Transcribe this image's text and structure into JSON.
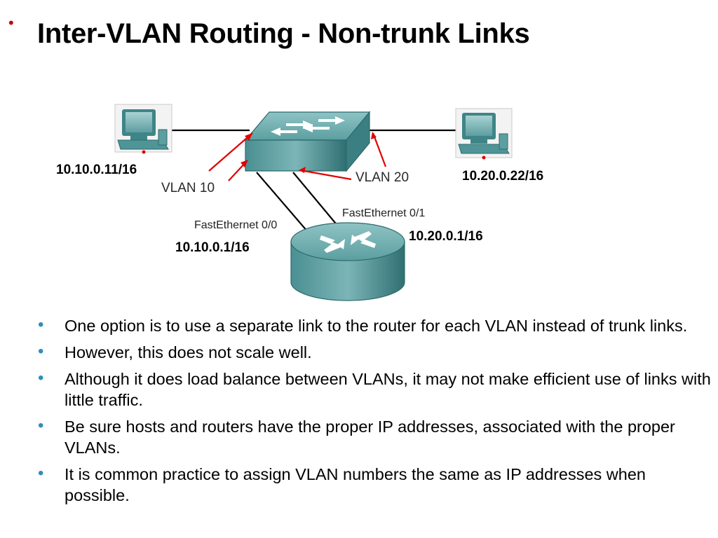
{
  "title": "Inter-VLAN Routing - Non-trunk Links",
  "diagram": {
    "host_left_ip": "10.10.0.11/16",
    "host_right_ip": "10.20.0.22/16",
    "vlan_left": "VLAN 10",
    "vlan_right": "VLAN 20",
    "fe_left": "FastEthernet 0/0",
    "fe_right": "FastEthernet 0/1",
    "router_left_ip": "10.10.0.1/16",
    "router_right_ip": "10.20.0.1/16"
  },
  "bullets": [
    "One option is to use a separate link to the router for each VLAN instead of trunk links.",
    "However, this does not scale well.",
    "Although it does load balance between VLANs, it may not make efficient use of links with little traffic.",
    "Be sure hosts and routers have the proper IP addresses, associated with the proper VLANs.",
    "It is common practice to assign VLAN numbers the same as IP addresses when possible."
  ],
  "colors": {
    "arrow": "#e00000",
    "bullet": "#2e8fb8",
    "device": "#3f8d90"
  }
}
